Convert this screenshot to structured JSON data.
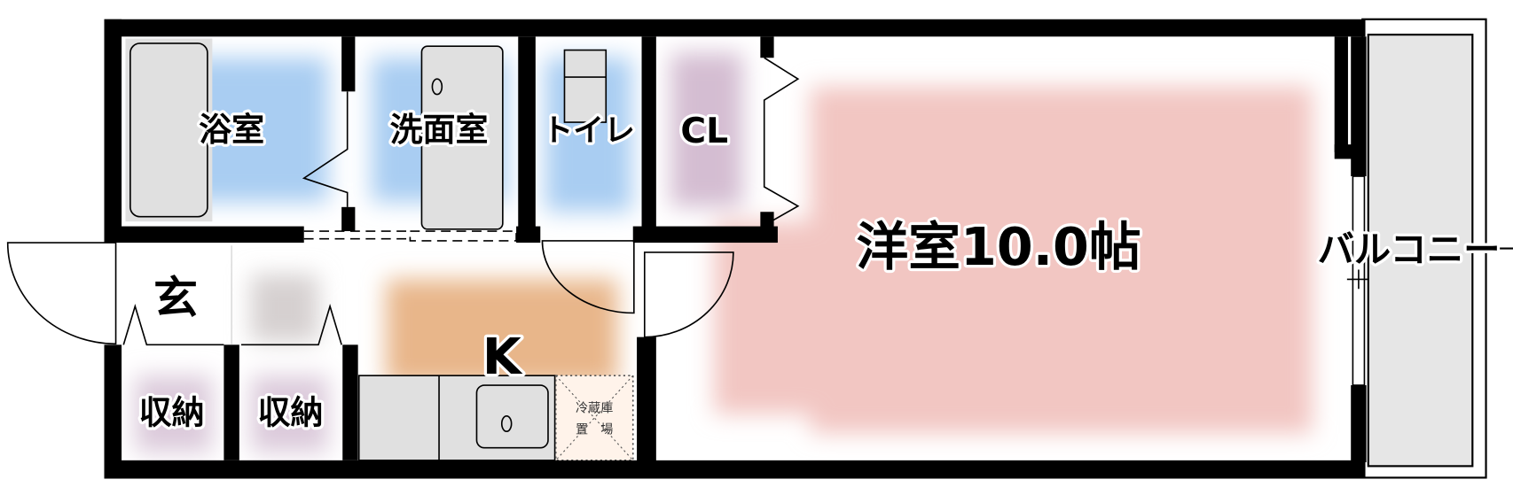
{
  "plan": {
    "rooms": {
      "bath": "浴室",
      "washroom": "洗面室",
      "toilet": "トイレ",
      "closet": "CL",
      "western_room": "洋室10.0帖",
      "balcony": "バルコニー",
      "entrance": "玄",
      "kitchen": "K",
      "storage_1": "収納",
      "storage_2": "収納"
    },
    "fridge_space": {
      "line1": "冷蔵庫",
      "line2": "置　場"
    },
    "colors": {
      "wet_area": "#a9cdf2",
      "closet": "#d4bdd2",
      "western_room": "#f2c6c2",
      "kitchen": "#e8b68a",
      "fixture": "#e0e0e0",
      "wall": "#000000"
    }
  }
}
